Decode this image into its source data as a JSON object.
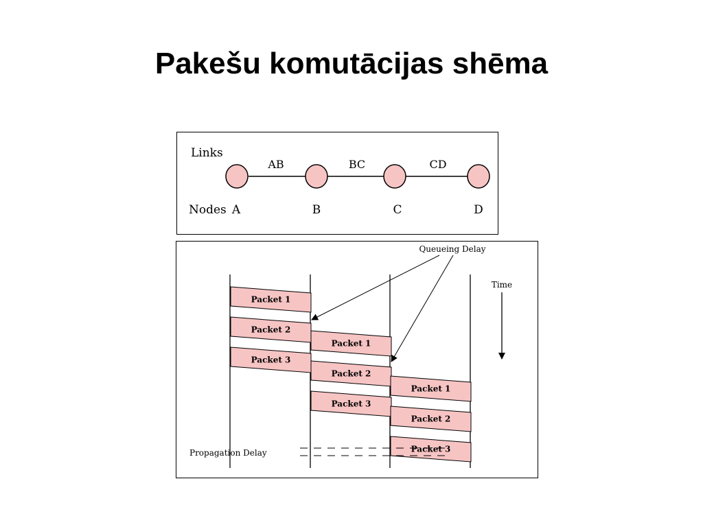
{
  "slide": {
    "title": "Pakešu komutācijas shēma"
  },
  "topology": {
    "links_label": "Links",
    "nodes_label": "Nodes",
    "nodes": [
      "A",
      "B",
      "C",
      "D"
    ],
    "links": [
      "AB",
      "BC",
      "CD"
    ]
  },
  "timing": {
    "queueing_delay_label": "Queueing Delay",
    "time_label": "Time",
    "propagation_delay_label": "Propagation Delay",
    "packets": [
      {
        "hop": 0,
        "label": "Packet 1"
      },
      {
        "hop": 0,
        "label": "Packet 2"
      },
      {
        "hop": 0,
        "label": "Packet 3"
      },
      {
        "hop": 1,
        "label": "Packet 1"
      },
      {
        "hop": 1,
        "label": "Packet 2"
      },
      {
        "hop": 1,
        "label": "Packet 3"
      },
      {
        "hop": 2,
        "label": "Packet 1"
      },
      {
        "hop": 2,
        "label": "Packet 2"
      },
      {
        "hop": 2,
        "label": "Packet 3"
      }
    ]
  },
  "colors": {
    "node_fill": "#f7c4c4",
    "packet_fill": "#f7c4c4",
    "line": "#000000"
  }
}
